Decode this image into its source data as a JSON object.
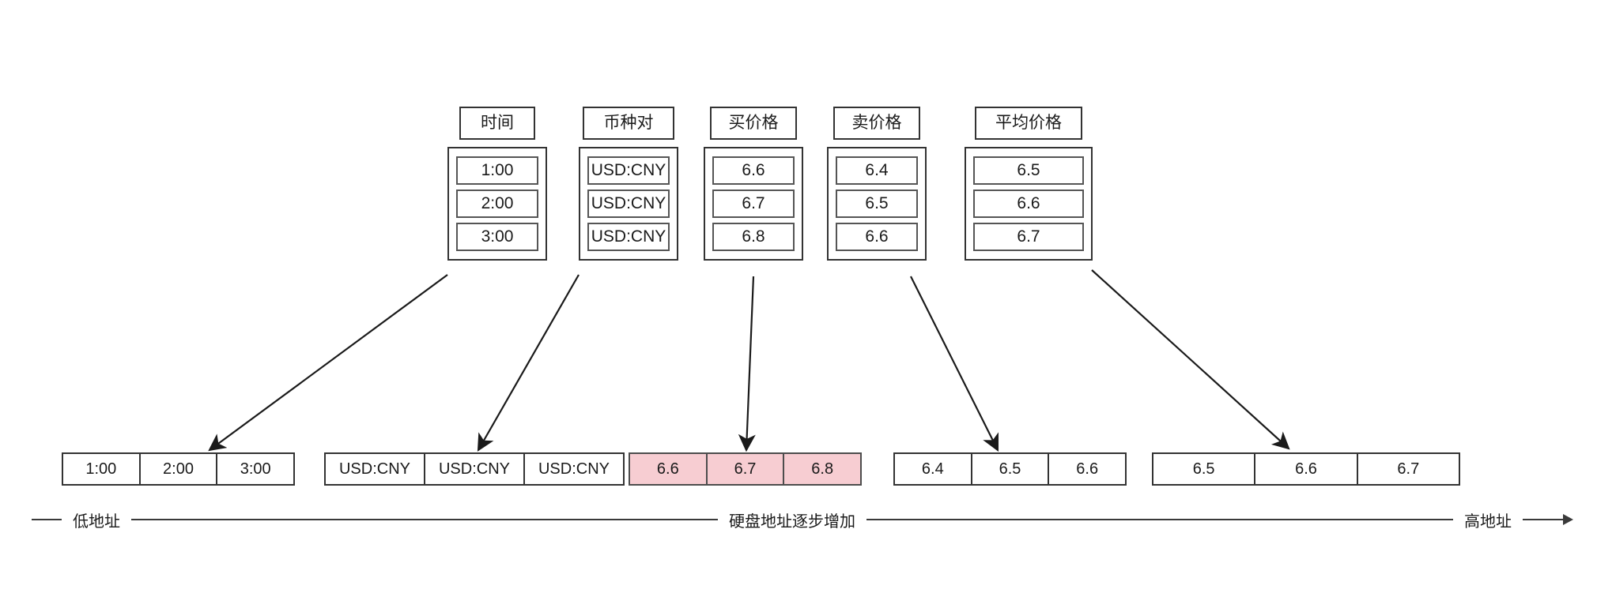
{
  "diagram": {
    "title": "disk-record-column-layout",
    "colors": {
      "highlight_fill": "#f7cdd2",
      "box_border": "#333333",
      "line": "#3a3a3a",
      "background": "#ffffff"
    },
    "columns": [
      {
        "header": "时间",
        "values": [
          "1:00",
          "2:00",
          "3:00"
        ]
      },
      {
        "header": "币种对",
        "values": [
          "USD:CNY",
          "USD:CNY",
          "USD:CNY"
        ]
      },
      {
        "header": "买价格",
        "values": [
          "6.6",
          "6.7",
          "6.8"
        ]
      },
      {
        "header": "卖价格",
        "values": [
          "6.4",
          "6.5",
          "6.6"
        ]
      },
      {
        "header": "平均价格",
        "values": [
          "6.5",
          "6.6",
          "6.7"
        ]
      }
    ],
    "disk_strip": [
      {
        "cells": [
          "1:00",
          "2:00",
          "3:00"
        ],
        "highlighted": false
      },
      {
        "cells": [
          "USD:CNY",
          "USD:CNY",
          "USD:CNY"
        ],
        "highlighted": false
      },
      {
        "cells": [
          "6.6",
          "6.7",
          "6.8"
        ],
        "highlighted": true
      },
      {
        "cells": [
          "6.4",
          "6.5",
          "6.6"
        ],
        "highlighted": false
      },
      {
        "cells": [
          "6.5",
          "6.6",
          "6.7"
        ],
        "highlighted": false
      }
    ],
    "axis": {
      "low_label": "低地址",
      "middle_label": "硬盘地址逐步增加",
      "high_label": "高地址"
    }
  }
}
